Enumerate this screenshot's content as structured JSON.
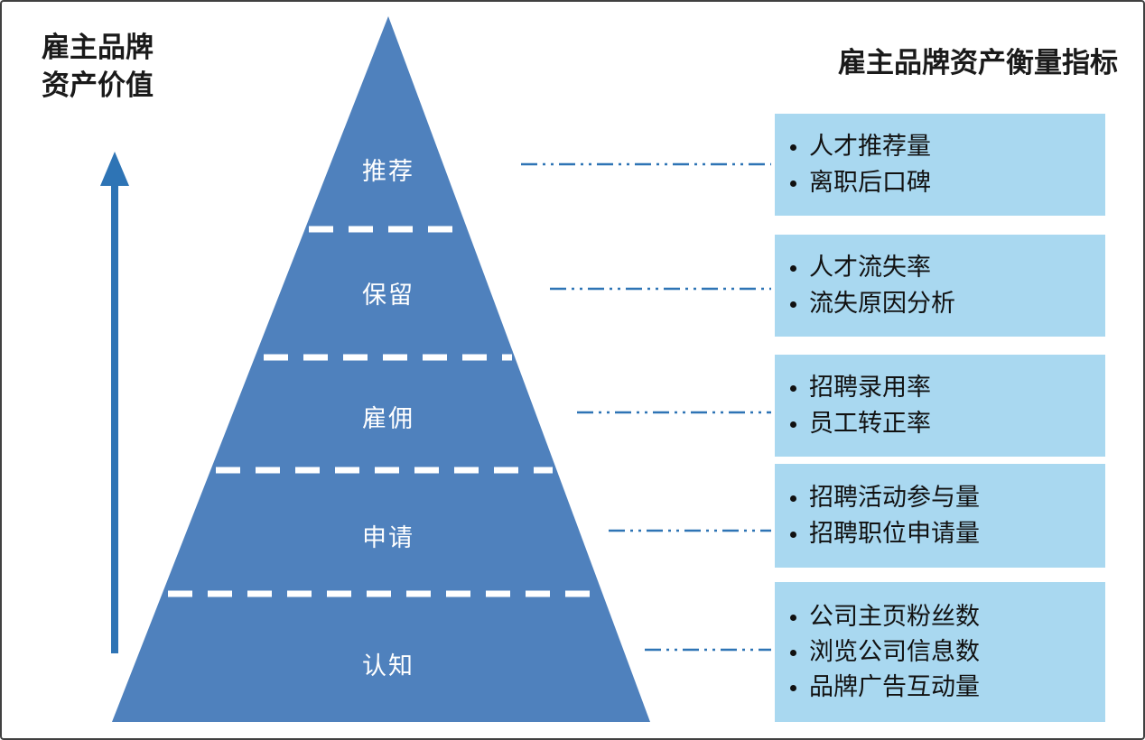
{
  "left_axis": {
    "title": "雇主品牌\n资产价值"
  },
  "right_title": "雇主品牌资产衡量指标",
  "pyramid": {
    "levels": [
      {
        "label": "推荐"
      },
      {
        "label": "保留"
      },
      {
        "label": "雇佣"
      },
      {
        "label": "申请"
      },
      {
        "label": "认知"
      }
    ]
  },
  "boxes": [
    {
      "items": [
        "人才推荐量",
        "离职后口碑"
      ]
    },
    {
      "items": [
        "人才流失率",
        "流失原因分析"
      ]
    },
    {
      "items": [
        "招聘录用率",
        "员工转正率"
      ]
    },
    {
      "items": [
        "招聘活动参与量",
        "招聘职位申请量"
      ]
    },
    {
      "items": [
        "公司主页粉丝数",
        "浏览公司信息数",
        "品牌广告互动量"
      ]
    }
  ],
  "colors": {
    "pyramid": "#4f81bd",
    "box": "#a9d8f0",
    "connector": "#2e74b5",
    "arrow": "#2e74b5",
    "divider": "#ffffff",
    "text": "#1a1a1a"
  }
}
